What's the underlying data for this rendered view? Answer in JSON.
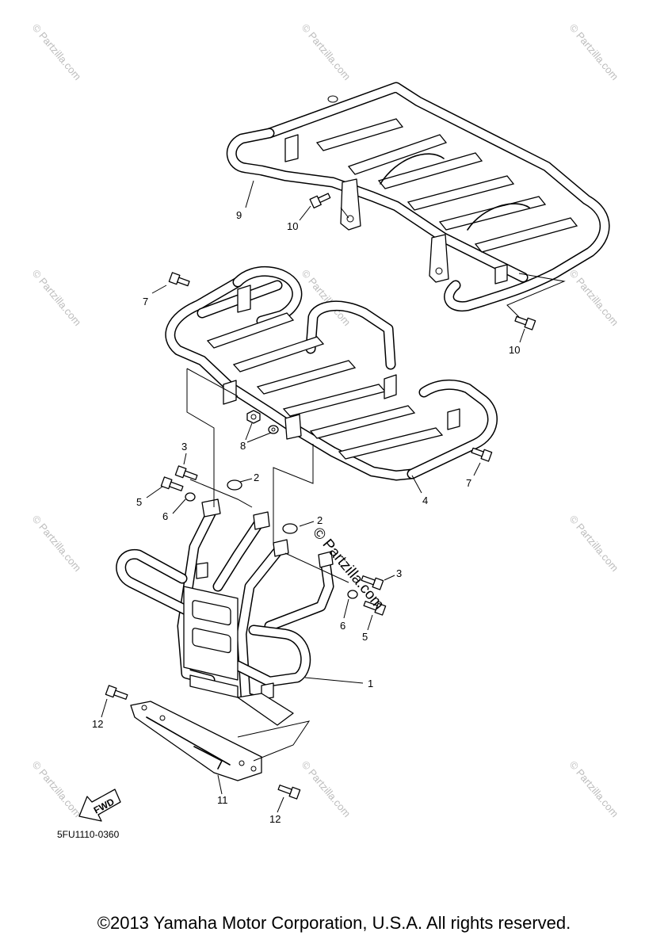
{
  "watermark": "© Partzilla.com",
  "ghost_watermark": "© Partzilla.com",
  "callouts": [
    "1",
    "2",
    "2",
    "3",
    "3",
    "4",
    "5",
    "5",
    "6",
    "6",
    "7",
    "7",
    "8",
    "9",
    "10",
    "10",
    "11",
    "12",
    "12"
  ],
  "fwd_label": "FWD",
  "diagram_code": "5FU1110-0360",
  "copyright": "©2013 Yamaha Motor Corporation, U.S.A. All rights reserved."
}
